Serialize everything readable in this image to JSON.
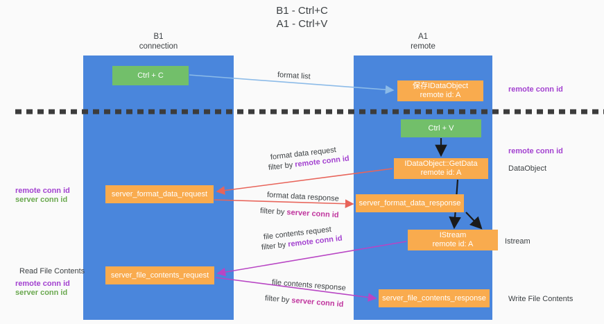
{
  "title": "B1 - Ctrl+C\nA1 - Ctrl+V",
  "columns": {
    "left": "B1\nconnection",
    "right": "A1\nremote"
  },
  "nodes": {
    "ctrl_c": "Ctrl + C",
    "save_idataobject": "保存IDataObject\nremote id: A",
    "ctrl_v": "Ctrl + V",
    "getdata": "IDataObject::GetData\nremote id: A",
    "server_format_data_request": "server_format_data_request",
    "server_format_data_response": "server_format_data_response",
    "istream": "IStream\nremote id: A",
    "server_file_contents_request": "server_file_contents_request",
    "server_file_contents_response": "server_file_contents_response"
  },
  "edge_labels": {
    "format_list": "format list",
    "format_data_request": "format data request",
    "format_data_request_filter_prefix": "filter by ",
    "format_data_request_filter_key": "remote conn id",
    "format_data_response": "format data response",
    "format_data_response_filter_prefix": "filter by ",
    "format_data_response_filter_key": "server conn id",
    "file_contents_request": "file contents request",
    "file_contents_request_filter_prefix": "filter by ",
    "file_contents_request_filter_key": "remote conn id",
    "file_contents_response": "file contents response",
    "file_contents_response_filter_prefix": "filter by ",
    "file_contents_response_filter_key": "server conn id"
  },
  "side_notes": {
    "right_remote_conn_id_1": "remote conn id",
    "right_remote_conn_id_2": "remote conn id",
    "right_dataobject": "DataObject",
    "right_istream": "Istream",
    "right_write_file_contents": "Write File Contents",
    "left_remote_conn_id_1": "remote conn id",
    "left_server_conn_id_1": "server conn id",
    "left_read_file_contents": "Read File Contents",
    "left_remote_conn_id_2": "remote conn id",
    "left_server_conn_id_2": "server conn id"
  },
  "colors": {
    "panel": "#4a86dc",
    "green_node": "#72bf6a",
    "orange_node": "#f9ab4e",
    "background": "#fafafa",
    "remote_conn_id": "#a342d0",
    "server_conn_id": "#6aa84f",
    "arrow_blue": "#8cbbe8",
    "arrow_red": "#e8645a",
    "arrow_magenta": "#b845c4",
    "arrow_black": "#1a1a1a",
    "divider": "#3c3c3c"
  }
}
